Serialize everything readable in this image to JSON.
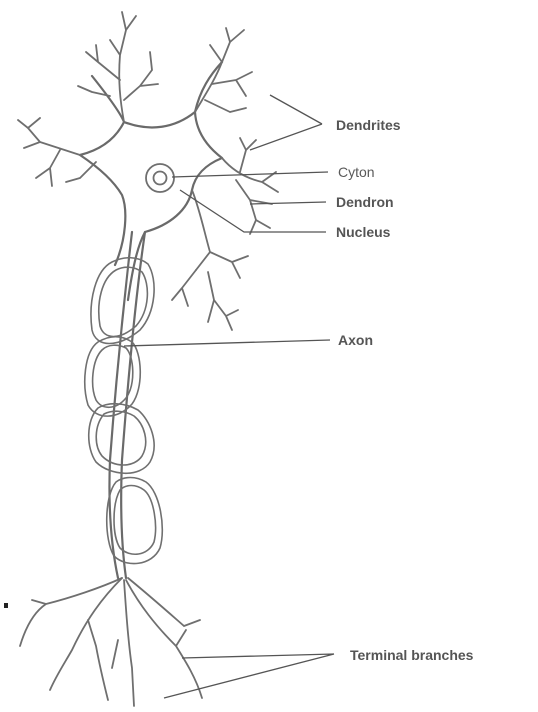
{
  "labels": {
    "dendrites": "Dendrites",
    "cyton": "Cyton",
    "dendron": "Dendron",
    "nucleus": "Nucleus",
    "axon": "Axon",
    "terminal_branches": "Terminal branches"
  }
}
